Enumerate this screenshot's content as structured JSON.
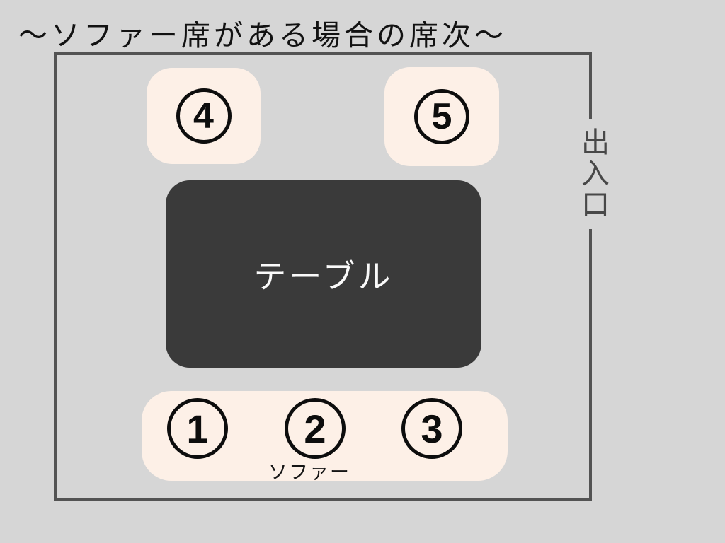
{
  "title": "〜ソファー席がある場合の席次〜",
  "entrance": {
    "label": "出入口"
  },
  "table": {
    "label": "テーブル"
  },
  "chairs": [
    {
      "number": "4"
    },
    {
      "number": "5"
    }
  ],
  "sofa": {
    "label": "ソファー",
    "seats": [
      {
        "number": "1"
      },
      {
        "number": "2"
      },
      {
        "number": "3"
      }
    ]
  },
  "colors": {
    "background": "#d6d6d6",
    "seat_fill": "#fdf0e7",
    "table_fill": "#3a3a3a",
    "room_border": "#535353",
    "number_ink": "#0d0d0d",
    "table_text": "#fafafa",
    "entrance_text": "#484848",
    "title_text": "#121212"
  }
}
